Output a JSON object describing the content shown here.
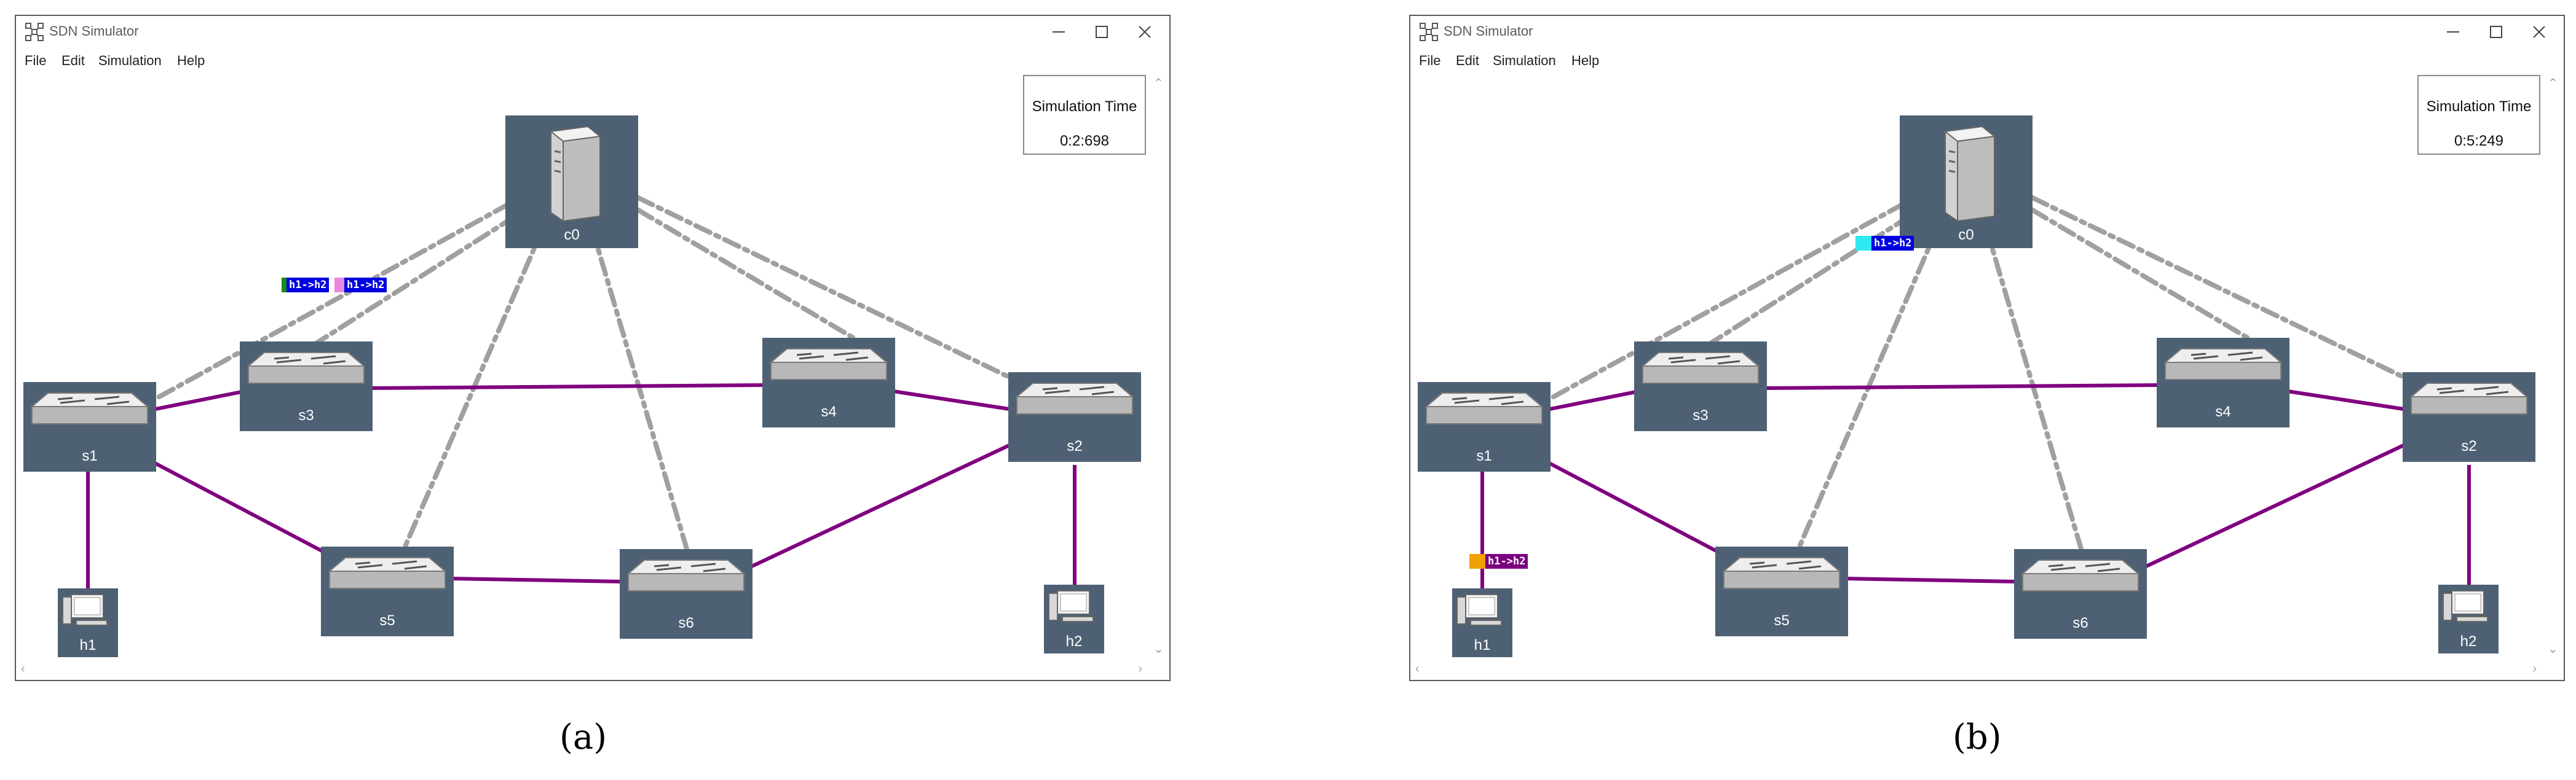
{
  "colors": {
    "node_bg": "#4e6174",
    "link": "#800080",
    "control_link": "#a0a0a0"
  },
  "windows": [
    {
      "title": "SDN Simulator",
      "menu": [
        "File",
        "Edit",
        "Simulation",
        "Help"
      ],
      "sim_time_label": "Simulation Time",
      "sim_time_value": "0:2:698",
      "nodes": {
        "c0": "c0",
        "s1": "s1",
        "s2": "s2",
        "s3": "s3",
        "s4": "s4",
        "s5": "s5",
        "s6": "s6",
        "h1": "h1",
        "h2": "h2"
      },
      "packets": [
        {
          "text": "h1->h2",
          "color": "#0000e0",
          "tag": "#1a8a1a"
        },
        {
          "text": "h1->h2",
          "color": "#0000e0",
          "tag": "#e888e0"
        }
      ],
      "caption": "(a)"
    },
    {
      "title": "SDN Simulator",
      "menu": [
        "File",
        "Edit",
        "Simulation",
        "Help"
      ],
      "sim_time_label": "Simulation Time",
      "sim_time_value": "0:5:249",
      "nodes": {
        "c0": "c0",
        "s1": "s1",
        "s2": "s2",
        "s3": "s3",
        "s4": "s4",
        "s5": "s5",
        "s6": "s6",
        "h1": "h1",
        "h2": "h2"
      },
      "packets": [
        {
          "text": "h1->h2",
          "color": "#0000e0",
          "tag": "#30e8f0"
        },
        {
          "text": "h1->h2",
          "color": "#7a0080",
          "tag": "#f0a000"
        }
      ],
      "caption": "(b)"
    }
  ]
}
